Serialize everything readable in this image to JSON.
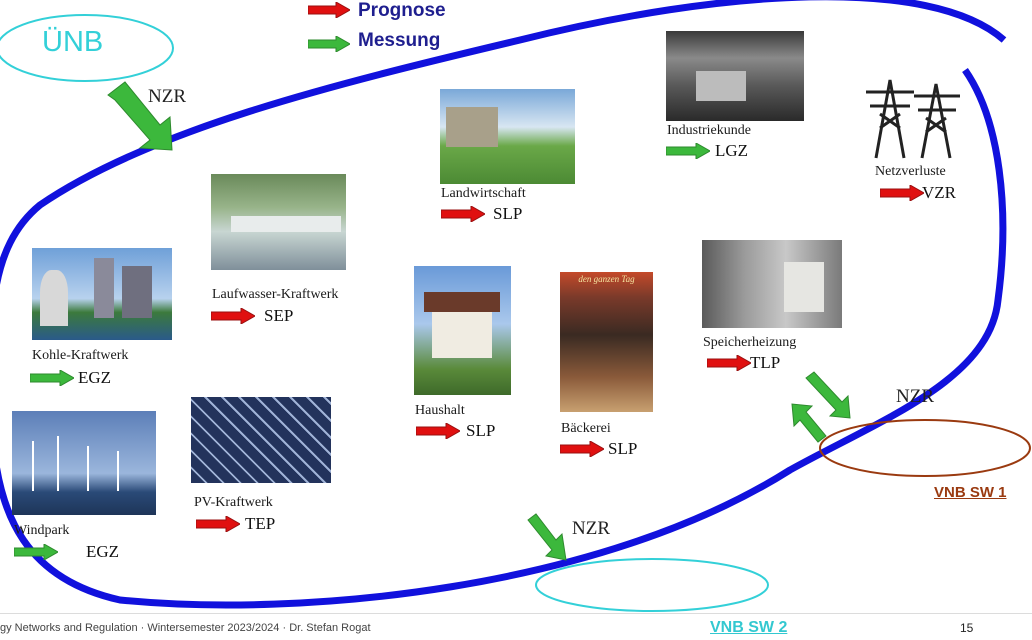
{
  "legend": {
    "forecast": "Prognose",
    "measurement": "Messung"
  },
  "uenb": "ÜNB",
  "nzr_label": "NZR",
  "nodes": {
    "kohle": {
      "label": "Kohle-Kraftwerk",
      "code": "EGZ"
    },
    "wind": {
      "label": "Windpark",
      "code": "EGZ"
    },
    "laufwasser": {
      "label": "Laufwasser-Kraftwerk",
      "code": "SEP"
    },
    "pv": {
      "label": "PV-Kraftwerk",
      "code": "TEP"
    },
    "landwirtschaft": {
      "label": "Landwirtschaft",
      "code": "SLP"
    },
    "haushalt": {
      "label": "Haushalt",
      "code": "SLP"
    },
    "baeckerei": {
      "label": "Bäckerei",
      "code": "SLP",
      "sign": "den ganzen Tag"
    },
    "industrie": {
      "label": "Industriekunde",
      "code": "LGZ"
    },
    "netzverluste": {
      "label": "Netzverluste",
      "code": "VZR"
    },
    "speicher": {
      "label": "Speicherheizung",
      "code": "TLP"
    }
  },
  "vnb1": "VNB SW 1",
  "vnb2": "VNB SW 2",
  "footer": {
    "text": "gy Networks and Regulation  ·  Wintersemester 2023/2024  ·  Dr. Stefan Rogat",
    "page": "15"
  },
  "colors": {
    "green": "#3cb83c",
    "red": "#e01010",
    "blue_outline": "#1111dd",
    "cyan": "#33d0d8",
    "brown": "#9a3a10"
  },
  "icons": {
    "forecast_arrow": "red-arrow-icon",
    "measurement_arrow": "green-arrow-icon"
  }
}
